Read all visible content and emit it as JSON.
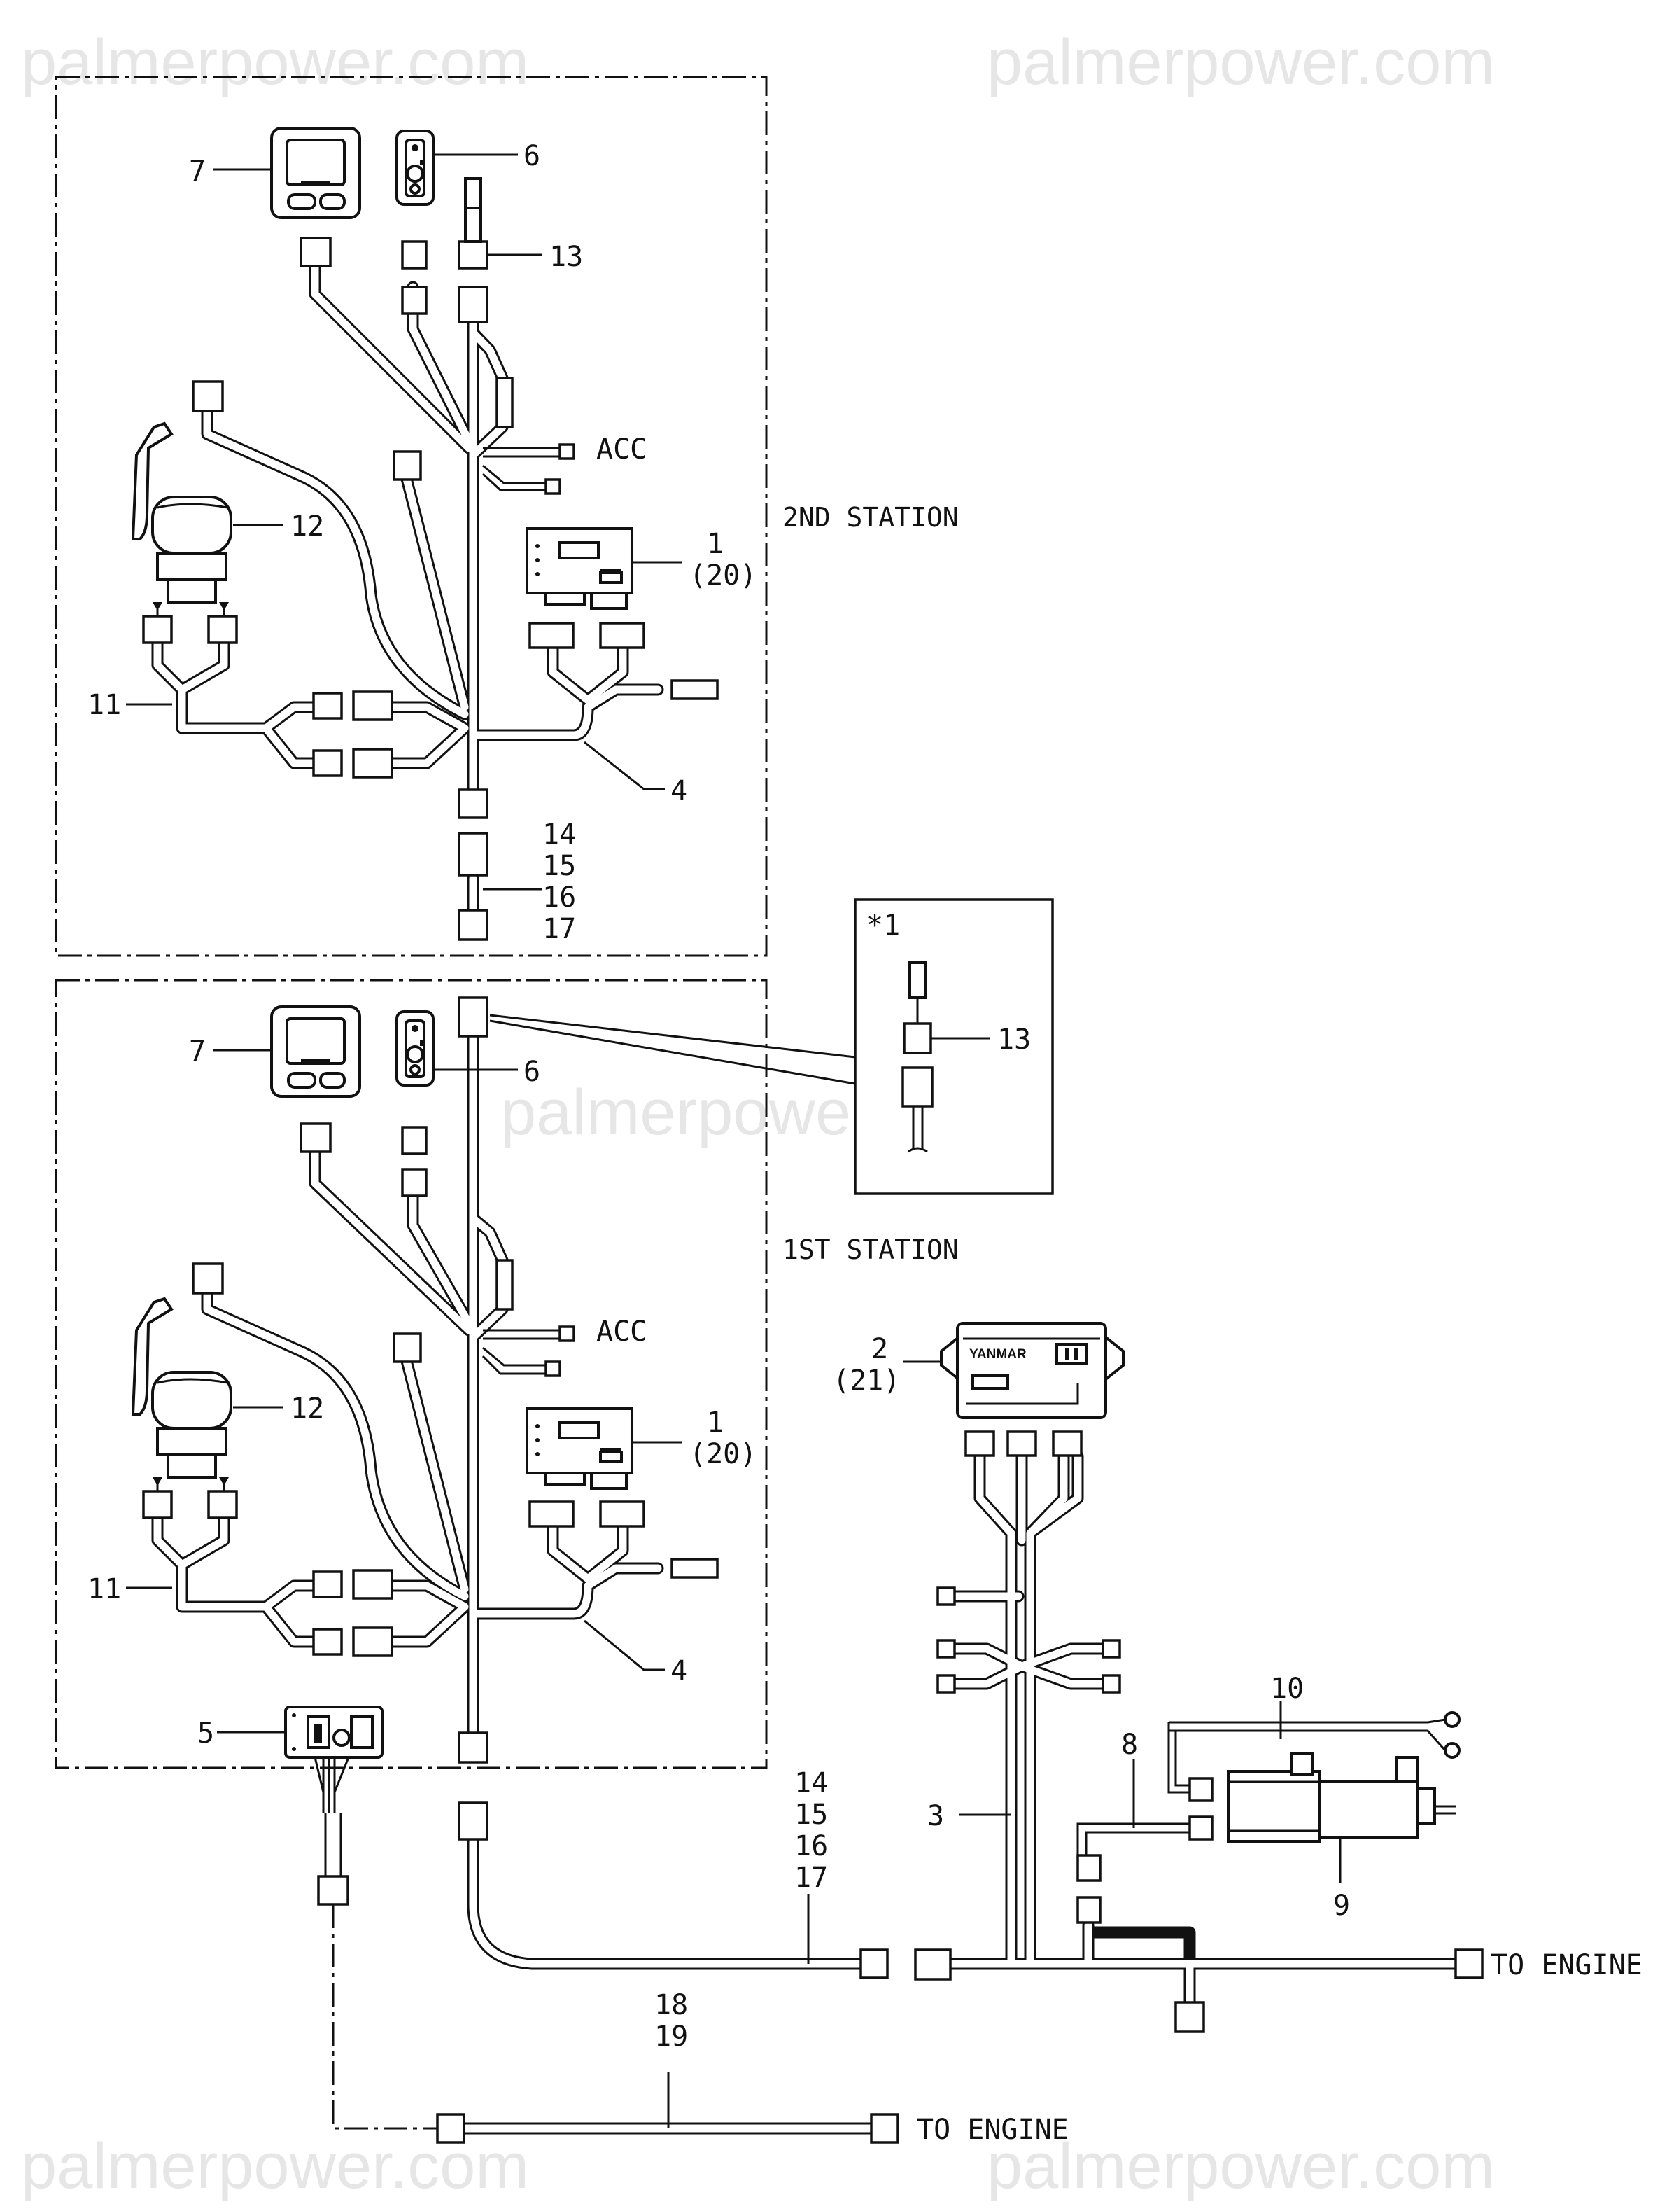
{
  "watermarks": [
    "palmerpower.com",
    "palmerpower.com",
    "palmerpower.com",
    "palmerpower.com",
    "palmerpower.com"
  ],
  "sections": {
    "second_station": "2ND STATION",
    "first_station": "1ST STATION"
  },
  "detail": {
    "title": "*1",
    "item": "13"
  },
  "items": {
    "s2_7": "7",
    "s2_6": "6",
    "s2_13": "13",
    "s2_acc": "ACC",
    "s2_12": "12",
    "s2_1": "1",
    "s2_20": "(20)",
    "s2_11": "11",
    "s2_4": "4",
    "s2_14": "14",
    "s2_15": "15",
    "s2_16": "16",
    "s2_17": "17",
    "s1_7": "7",
    "s1_6": "6",
    "s1_acc": "ACC",
    "s1_12": "12",
    "s1_1": "1",
    "s1_20": "(20)",
    "s1_11": "11",
    "s1_4": "4",
    "s1_5": "5",
    "main_2": "2",
    "main_21": "(21)",
    "main_10": "10",
    "main_8": "8",
    "main_3": "3",
    "main_9": "9",
    "main_14": "14",
    "main_15": "15",
    "main_16": "16",
    "main_17": "17",
    "main_18": "18",
    "main_19": "19",
    "to_engine_1": "TO ENGINE",
    "to_engine_2": "TO ENGINE"
  },
  "device_text": {
    "control_box_brand": "YANMAR"
  },
  "icons": [
    "display-gauge-icon",
    "switch-panel-icon",
    "throttle-lever-icon",
    "control-board-icon",
    "key-switch-icon",
    "control-unit-icon",
    "relay-icon",
    "ring-terminal-icon"
  ]
}
